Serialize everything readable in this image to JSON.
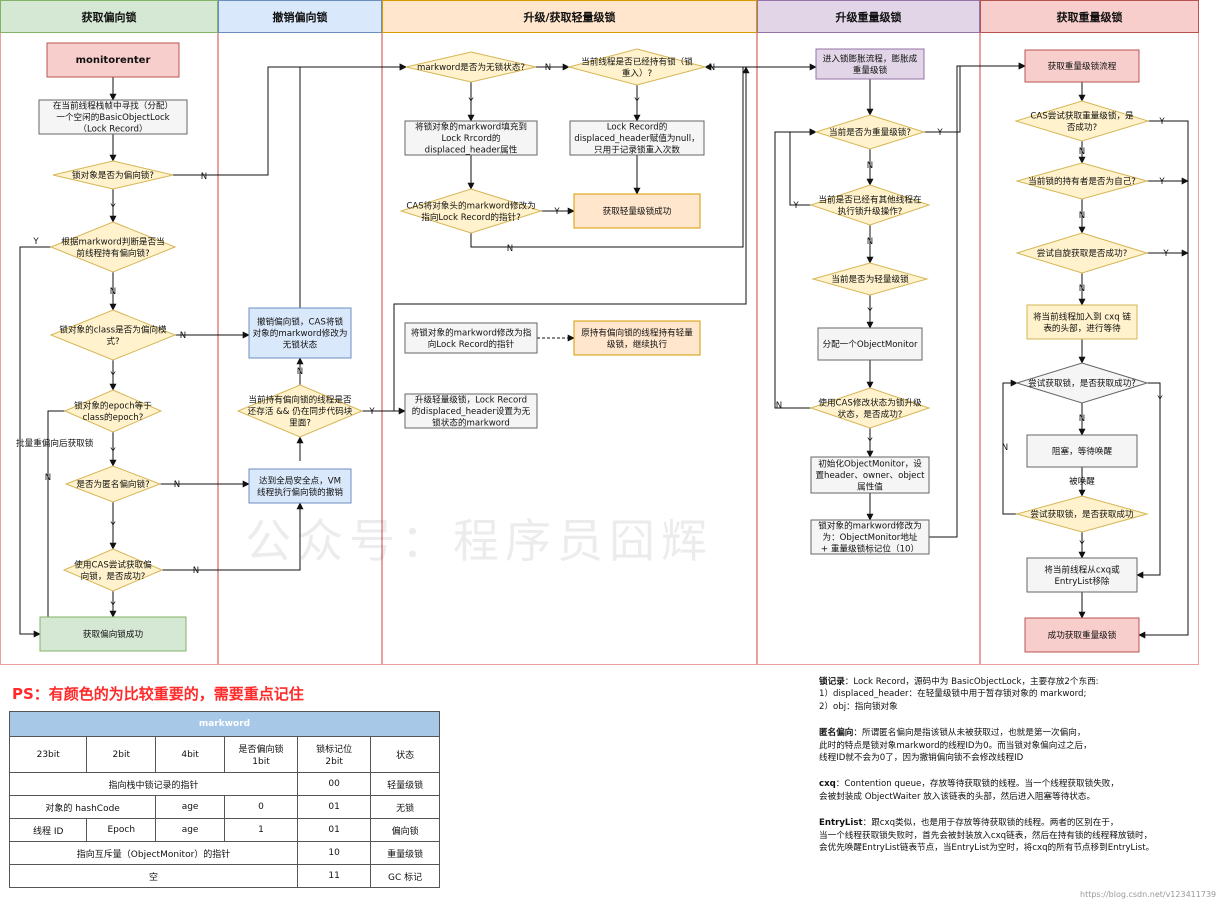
{
  "colors": {
    "green": "#d5e8d4",
    "blue": "#dae8fc",
    "orange": "#ffe6cc",
    "purple": "#e1d5e7",
    "red": "#f8cecc",
    "yellow": "#fff2cc",
    "gray": "#f5f5f5"
  },
  "columns": [
    {
      "title": "获取偏向锁",
      "color": "#d5e8d4"
    },
    {
      "title": "撤销偏向锁",
      "color": "#dae8fc"
    },
    {
      "title": "升级/获取轻量级锁",
      "color": "#ffe6cc"
    },
    {
      "title": "升级重量级锁",
      "color": "#e1d5e7"
    },
    {
      "title": "获取重量级锁",
      "color": "#f8cecc"
    }
  ],
  "nodes": [
    {
      "text": "monitorenter"
    },
    {
      "text": "在当前线程栈帧中寻找（分配）\n一个空闲的BasicObjectLock\n（Lock Record）"
    },
    {
      "text": "锁对象是否为偏向锁?"
    },
    {
      "text": "根据markword判断是否当\n前线程持有偏向锁?"
    },
    {
      "text": "锁对象的class是否为偏向模\n式?"
    },
    {
      "text": "锁对象的epoch等于\nclass的epoch?"
    },
    {
      "text": "是否为匿名偏向锁?"
    },
    {
      "text": "使用CAS尝试获取偏\n向锁，是否成功?"
    },
    {
      "text": "获取偏向锁成功"
    },
    {
      "text": "撤销偏向锁，CAS将锁\n对象的markword修改为\n无锁状态"
    },
    {
      "text": "当前持有偏向锁的线程是否\n还存活 && 仍在同步代码块\n里面?"
    },
    {
      "text": "达到全局安全点，VM\n线程执行偏向锁的撤销"
    },
    {
      "text": "markword是否为无锁状态?"
    },
    {
      "text": "当前线程是否已经持有锁（锁\n重入）?"
    },
    {
      "text": "将锁对象的markword填充到\nLock Rrcord的\ndisplaced_header属性"
    },
    {
      "text": "Lock Record的\ndisplaced_header赋值为null，\n只用于记录锁重入次数"
    },
    {
      "text": "CAS将对象头的markword修改为\n指向Lock Record的指针?"
    },
    {
      "text": "获取轻量级锁成功"
    },
    {
      "text": "将锁对象的markword修改为指\n向Lock Record的指针"
    },
    {
      "text": "原持有偏向锁的线程持有轻量\n级锁，继续执行"
    },
    {
      "text": "升级轻量级锁，Lock Record\n的displaced_header设置为无\n锁状态的markword"
    },
    {
      "text": "进入锁膨胀流程，膨胀成\n重量级锁"
    },
    {
      "text": "当前是否为重量级锁?"
    },
    {
      "text": "当前是否已经有其他线程在\n执行锁升级操作?"
    },
    {
      "text": "当前是否为轻量级锁"
    },
    {
      "text": "分配一个ObjectMonitor"
    },
    {
      "text": "使用CAS修改状态为锁升级\n状态，是否成功?"
    },
    {
      "text": "初始化ObjectMonitor，设\n置header、owner、object\n属性值"
    },
    {
      "text": "锁对象的markword修改为\n为：ObjectMonitor地址\n+ 重量级锁标记位（10）"
    },
    {
      "text": "获取重量级锁流程"
    },
    {
      "text": "CAS尝试获取重量级锁，是\n否成功?"
    },
    {
      "text": "当前锁的持有者是否为自己?"
    },
    {
      "text": "尝试自旋获取是否成功?"
    },
    {
      "text": "将当前线程加入到 cxq 链\n表的头部，进行等待"
    },
    {
      "text": "尝试获取锁，是否获取成功?"
    },
    {
      "text": "阻塞，等待唤醒"
    },
    {
      "text": "尝试获取锁，是否获取成功"
    },
    {
      "text": "将当前线程从cxq或\nEntryList移除"
    },
    {
      "text": "成功获取重量级锁"
    }
  ],
  "edge_labels": {
    "yes": "Y",
    "no": "N",
    "batch": "批量重偏向后获取锁",
    "woken": "被唤醒"
  },
  "ps_note": "PS：有颜色的为比较重要的，需要重点记住",
  "markword_table": {
    "title": "markword",
    "header": [
      "23bit",
      "2bit",
      "4bit",
      "是否偏向锁",
      "锁标记位",
      "状态"
    ],
    "header_sub": [
      "",
      "",
      "",
      "1bit",
      "2bit",
      ""
    ],
    "row1": {
      "content": "指向栈中锁记录的指针",
      "flag": "00",
      "state": "轻量级锁"
    },
    "row2": {
      "a": "对象的 hashCode",
      "b": "age",
      "c": "0",
      "flag": "01",
      "state": "无锁"
    },
    "row3": {
      "a": "线程 ID",
      "b": "Epoch",
      "c": "age",
      "d": "1",
      "flag": "01",
      "state": "偏向锁"
    },
    "row4": {
      "content": "指向互斥量（ObjectMonitor）的指针",
      "flag": "10",
      "state": "重量级锁"
    },
    "row5": {
      "content": "空",
      "flag": "11",
      "state": "GC 标记"
    }
  },
  "notes": [
    {
      "title": "锁记录",
      "text": "：Lock Record，源码中为 BasicObjectLock，主要存放2个东西:\n1）displaced_header：在轻量级锁中用于暂存锁对象的 markword;\n2）obj：指向锁对象"
    },
    {
      "title": "匿名偏向",
      "text": "：所谓匿名偏向是指该锁从未被获取过，也就是第一次偏向，\n此时的特点是锁对象markword的线程ID为0。而当锁对象偏向过之后，\n线程ID就不会为0了，因为撤销偏向锁不会修改线程ID"
    },
    {
      "title": "cxq",
      "text": "：Contention queue，存放等待获取锁的线程。当一个线程获取锁失败，\n会被封装成 ObjectWaiter 放入该链表的头部，然后进入阻塞等待状态。"
    },
    {
      "title": "EntryList",
      "text": "：跟cxq类似，也是用于存放等待获取锁的线程。两者的区别在于，\n当一个线程获取锁失败时，首先会被封装放入cxq链表，然后在持有锁的线程释放锁时，\n会优先唤醒EntryList链表节点，当EntryList为空时，将cxq的所有节点移到EntryList。"
    }
  ],
  "watermark": "公众号：程序员囧辉",
  "watermark_url": "https://blog.csdn.net/v123411739"
}
